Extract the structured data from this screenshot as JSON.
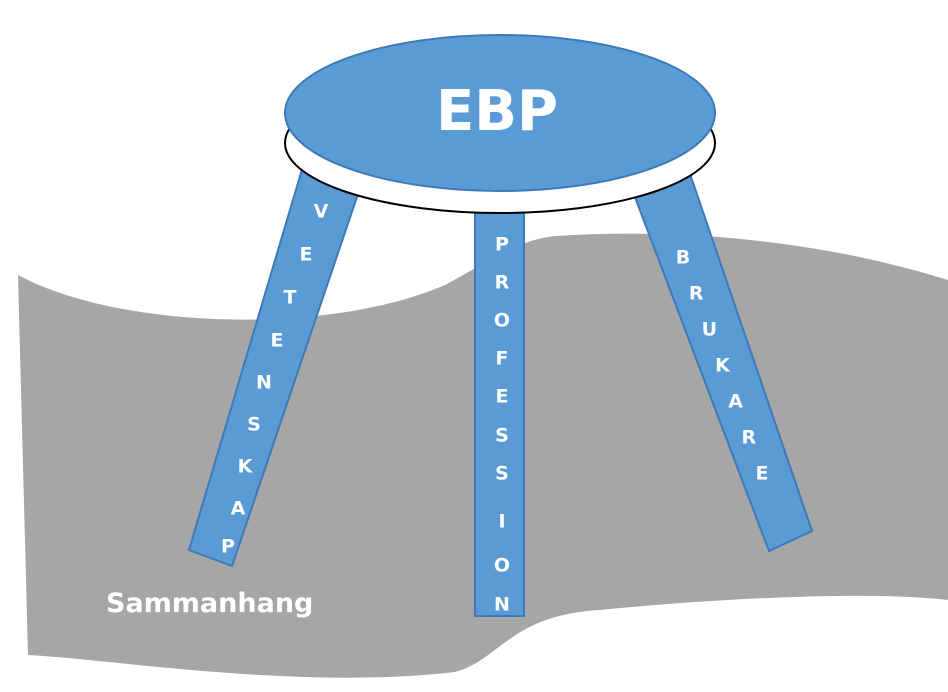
{
  "diagram": {
    "seat_label": "EBP",
    "legs": [
      {
        "id": "vetenskap",
        "label": "VETENSKAP"
      },
      {
        "id": "profession",
        "label": "PROFESSION"
      },
      {
        "id": "brukare",
        "label": "BRUKARE"
      }
    ],
    "ground_label": "Sammanhang"
  },
  "colors": {
    "stool_blue": "#5b9bd5",
    "stool_outline": "#3d7ab8",
    "ground_gray": "#a6a6a6",
    "seat_rim": "#ffffff",
    "text": "#ffffff"
  }
}
